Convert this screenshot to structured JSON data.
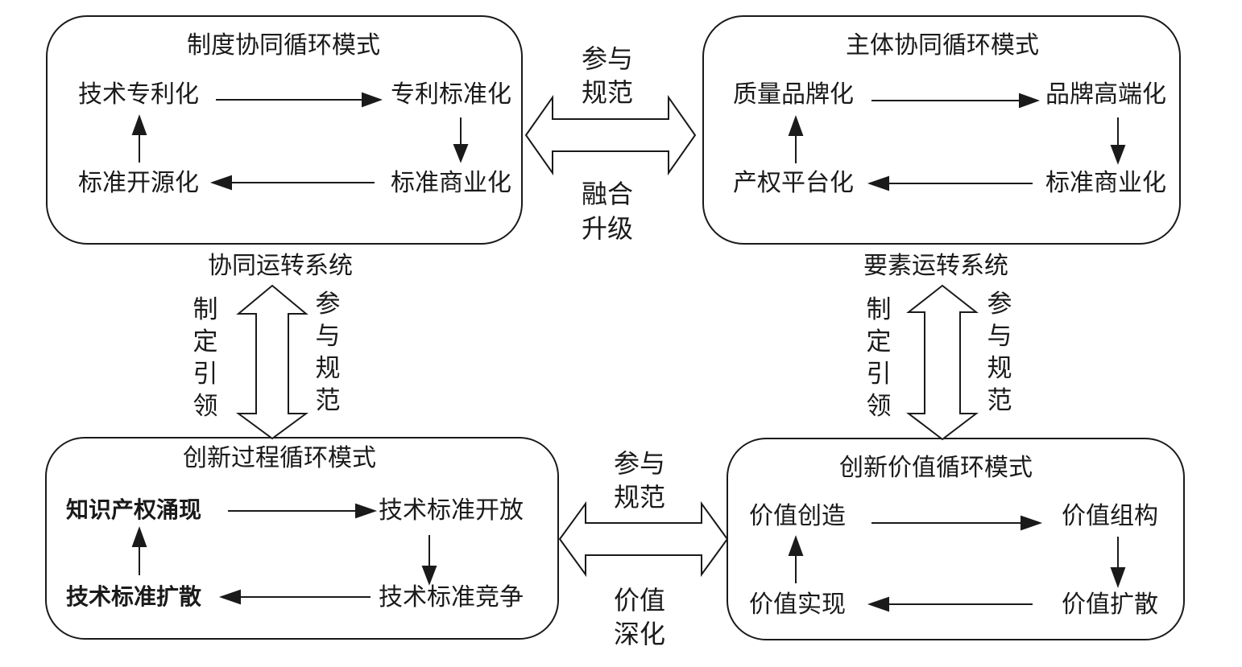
{
  "modules": {
    "top_left": {
      "title": "制度协同循环模式",
      "nodes": [
        "技术专利化",
        "专利标准化",
        "标准商业化",
        "标准开源化"
      ]
    },
    "top_right": {
      "title": "主体协同循环模式",
      "nodes": [
        "质量品牌化",
        "品牌高端化",
        "标准商业化",
        "产权平台化"
      ]
    },
    "bottom_left": {
      "title": "创新过程循环模式",
      "nodes": [
        "知识产权涌现",
        "技术标准开放",
        "技术标准竞争",
        "技术标准扩散"
      ]
    },
    "bottom_right": {
      "title": "创新价值循环模式",
      "nodes": [
        "价值创造",
        "价值组构",
        "价值扩散",
        "价值实现"
      ]
    }
  },
  "links": {
    "top": {
      "above": [
        "参与",
        "规范"
      ],
      "below": [
        "融合",
        "升级"
      ]
    },
    "bottom": {
      "above": [
        "参与",
        "规范"
      ],
      "below": [
        "价值",
        "深化"
      ]
    },
    "left": {
      "system": "协同运转系统",
      "left_chars": [
        "制",
        "定",
        "引",
        "领"
      ],
      "right_chars": [
        "参",
        "与",
        "规",
        "范"
      ]
    },
    "right": {
      "system": "要素运转系统",
      "left_chars": [
        "制",
        "定",
        "引",
        "领"
      ],
      "right_chars": [
        "参",
        "与",
        "规",
        "范"
      ]
    }
  },
  "colors": {
    "line": "#1a1a1a",
    "background": "#ffffff"
  }
}
